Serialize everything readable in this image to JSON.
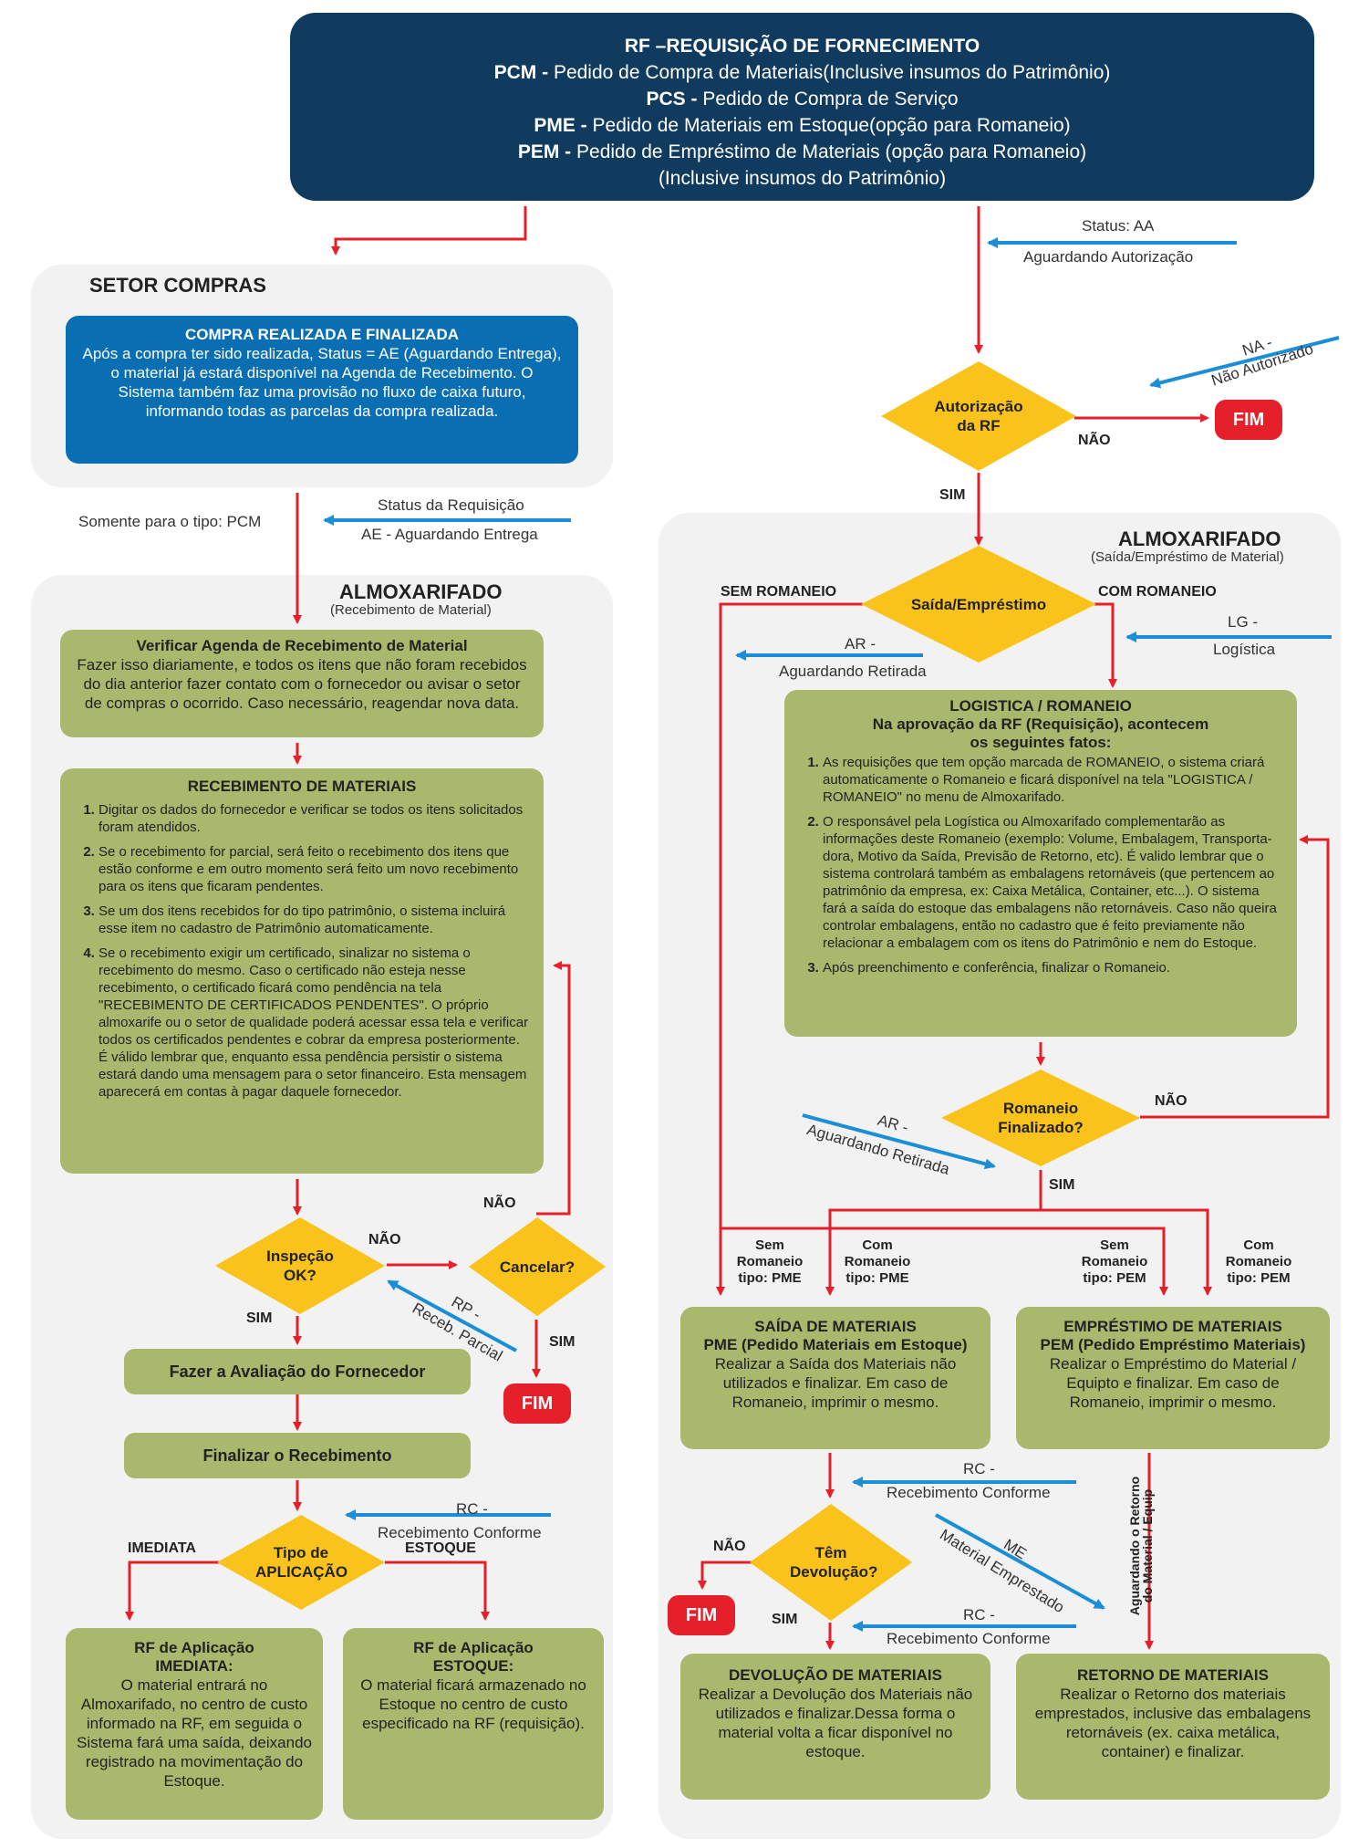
{
  "header": {
    "line1": "RF –REQUISIÇÃO DE FORNECIMENTO",
    "pcm_code": "PCM -",
    "pcm_text": " Pedido de Compra de Materiais(Inclusive insumos do Patrimônio)",
    "pcs_code": "PCS -",
    "pcs_text": " Pedido de Compra de Serviço",
    "pme_code": "PME -",
    "pme_text": " Pedido de Materiais em Estoque(opção para Romaneio)",
    "pem_code": "PEM -",
    "pem_text": " Pedido de Empréstimo de Materiais (opção para Romaneio)",
    "pem_text2": "(Inclusive insumos do Patrimônio)"
  },
  "setor_compras": {
    "title": "SETOR COMPRAS",
    "box_title": "COMPRA REALIZADA E FINALIZADA",
    "box_text": "Após a compra ter sido realizada, Status = AE (Aguardando Entrega), o material já estará disponível na Agenda de Recebimento. O Sistema também faz uma provisão no fluxo de caixa futuro, informando todas as parcelas da compra realizada."
  },
  "labels": {
    "somente_pcm": "Somente para o tipo: PCM",
    "status_req": "Status da Requisição",
    "ae": "AE - Aguardando Entrega",
    "status_aa": "Status: AA",
    "aguardando_aut": "Aguardando Autorização",
    "na": "NA -",
    "nao_autorizado": "Não Autorizado",
    "nao": "NÃO",
    "sim": "SIM",
    "sem_romaneio": "SEM ROMANEIO",
    "com_romaneio": "COM ROMANEIO",
    "lg": "LG -",
    "logistica": "Logística",
    "ar": "AR -",
    "aguardando_retirada": "Aguardando Retirada",
    "rp": "RP -",
    "receb_parcial": "Receb. Parcial",
    "rc": "RC -",
    "receb_conforme": "Recebimento Conforme",
    "imediata": "IMEDIATA",
    "estoque": "ESTOQUE",
    "me": "ME",
    "material_emprestado": "Material Emprestado",
    "aguardando_retorno": "Aguardando o Retorno",
    "do_material": "do Material / Equip",
    "fim": "FIM",
    "sem": "Sem",
    "com": "Com",
    "romaneio": "Romaneio",
    "tipo_pme": "tipo: PME",
    "tipo_pem": "tipo: PEM"
  },
  "almox_left": {
    "title": "ALMOXARIFADO",
    "subtitle": "(Recebimento de Material)",
    "agenda_title": "Verificar Agenda de Recebimento de Material",
    "agenda_text": "Fazer isso diariamente, e todos os itens que não foram recebidos do dia anterior fazer contato com o fornecedor ou avisar o setor de compras o ocorrido. Caso necessário, reagendar nova data.",
    "receb_title": "RECEBIMENTO DE MATERIAIS",
    "receb_items": [
      "Digitar os dados do fornecedor e verificar se todos os itens solicitados foram atendidos.",
      "Se o recebimento for parcial, será feito o recebimento dos itens que estão conforme e em outro momento será feito um novo recebimento para os itens que ficaram pendentes.",
      "Se um dos itens recebidos for do tipo patrimônio, o sistema incluirá esse item no cadastro de Patrimônio automaticamente.",
      "Se o recebimento exigir um certificado, sinalizar no sistema o recebimento do mesmo. Caso o certificado não esteja nesse recebimento, o certificado ficará como pendência na tela \"RECEBIMENTO DE CERTIFICADOS PENDENTES\". O próprio almoxarife ou o setor de qualidade poderá acessar essa tela e verificar todos os certificados pendentes e cobrar da empresa posteriormente. É válido lembrar que, enquanto essa pendência persistir o sistema estará dando uma mensagem para o setor financeiro. Esta mensagem aparecerá em contas à pagar daquele fornecedor."
    ],
    "inspecao": "Inspeção OK?",
    "cancelar": "Cancelar?",
    "avaliacao": "Fazer a Avaliação do Fornecedor",
    "finalizar": "Finalizar o Recebimento",
    "tipo_aplicacao": "Tipo de APLICAÇÃO",
    "rf_imediata_title": "RF de Aplicação IMEDIATA:",
    "rf_imediata_text": "O material entrará no Almoxarifado, no centro de custo informado na RF, em seguida o Sistema fará uma saída, deixando registrado na movimentação do Estoque.",
    "rf_estoque_title": "RF de Aplicação ESTOQUE:",
    "rf_estoque_text": "O material ficará armazenado no Estoque no centro de custo especificado na RF (requisição)."
  },
  "almox_right": {
    "autorizacao": "Autorização da RF",
    "title": "ALMOXARIFADO",
    "subtitle": "(Saída/Empréstimo de Material)",
    "saida_emp": "Saída/Empréstimo",
    "log_title": "LOGISTICA / ROMANEIO",
    "log_sub1": "Na aprovação da RF (Requisição), acontecem",
    "log_sub2": "os seguintes fatos:",
    "log_items": [
      "As requisições que tem opção marcada de ROMANEIO, o sistema criará automaticamente o Romaneio e ficará disponível na tela \"LOGISTICA / ROMANEIO\" no menu de Almoxarifado.",
      "O responsável pela Logística ou Almoxarifado complementarão as informações deste Romaneio (exemplo: Volume, Embalagem, Transporta-dora, Motivo da Saída, Previsão de Retorno, etc). É valido lembrar que o sistema controlará também as embalagens retornáveis (que pertencem ao patrimônio da empresa, ex: Caixa Metálica, Container, etc...). O sistema fará a saída do estoque das embalagens não retornáveis. Caso não queira controlar embalagens, então no cadastro que é feito previamente não relacionar a embalagem com os itens do Patrimônio e nem do Estoque.",
      "Após preenchimento e conferência, finalizar o Romaneio."
    ],
    "rom_finalizado": "Romaneio Finalizado?",
    "saida_title": "SAÍDA DE MATERIAIS",
    "saida_sub": "PME (Pedido Materiais em Estoque)",
    "saida_text": "Realizar a Saída dos Materiais não utilizados e finalizar. Em caso de Romaneio, imprimir o mesmo.",
    "emp_title": "EMPRÉSTIMO DE MATERIAIS",
    "emp_sub": "PEM (Pedido Empréstimo Materiais)",
    "emp_text": "Realizar o Empréstimo do Material / Equipto e finalizar. Em caso de Romaneio, imprimir o mesmo.",
    "tem_devolucao": "Têm Devolução?",
    "dev_title": "DEVOLUÇÃO DE MATERIAIS",
    "dev_text": "Realizar a Devolução dos Materiais não utilizados e finalizar.Dessa forma o material volta a ficar disponível no estoque.",
    "ret_title": "RETORNO DE MATERIAIS",
    "ret_text": "Realizar o Retorno dos materiais emprestados, inclusive das embalagens retornáveis (ex. caixa metálica, container) e finalizar."
  },
  "colors": {
    "navy": "#103b5e",
    "blue": "#0a6eb3",
    "green": "#a9b86d",
    "yellow": "#f9c31b",
    "red": "#e5202a",
    "arrow_blue": "#1a8fd8"
  }
}
